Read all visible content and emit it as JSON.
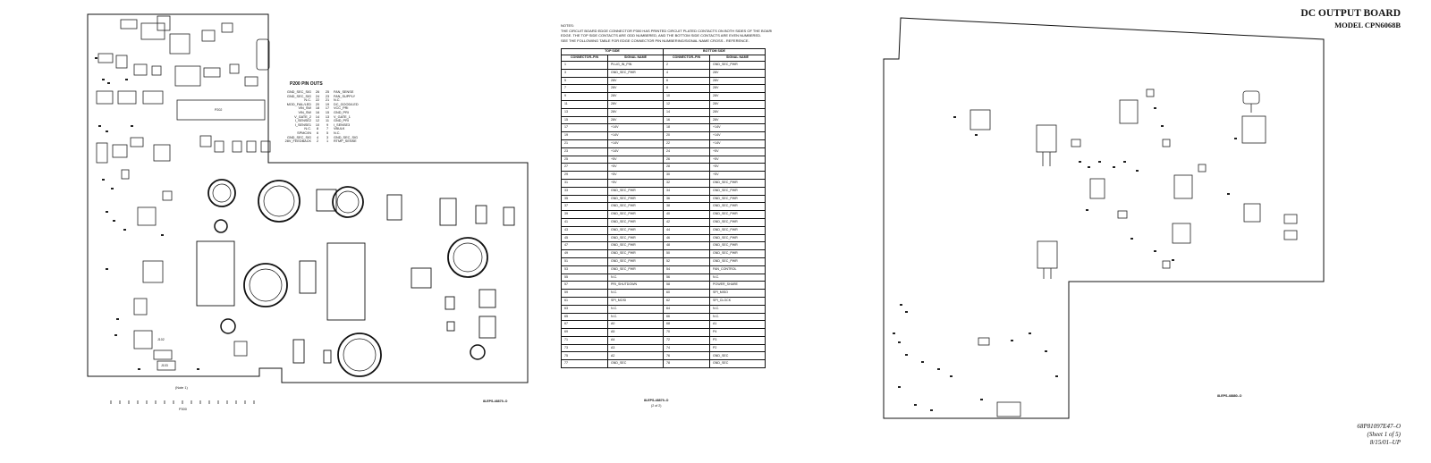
{
  "sheet": {
    "title": "DC OUTPUT BOARD",
    "model": "MODEL CPN6068B",
    "doc_number": "68P81097E47–O",
    "sheet_info": "(Sheet 1 of 5)",
    "date": "8/15/01–UP"
  },
  "left_board": {
    "pinouts_title": "P200 PIN OUTS",
    "pinouts_left": [
      "GND_SEC_SIG",
      "GND_SEC_SIG",
      "N.C.",
      "MOD_FAIL/LED",
      "VIN_SW",
      "VIN_SW",
      "V_GATE_2",
      "I_SENSE2",
      "I_SENSE1",
      "N.C.",
      "SPMC/IN",
      "GND_SEC_SIG",
      "28V_FEEDBACK"
    ],
    "pinouts_nums_left": [
      "26",
      "24",
      "22",
      "20",
      "18",
      "16",
      "14",
      "12",
      "10",
      "8",
      "6",
      "4",
      "2"
    ],
    "pinouts_nums_right": [
      "25",
      "23",
      "21",
      "19",
      "17",
      "15",
      "13",
      "11",
      "9",
      "7",
      "5",
      "3",
      "1"
    ],
    "pinouts_right": [
      "FAN_SENSE",
      "FAN_SUPPLY",
      "N.C.",
      "DC_GOOD/LED",
      "VCC_PRI",
      "GND_PRI",
      "V_GATE_1",
      "GND_PRI",
      "I_SENSE3",
      "VBULK",
      "N.C.",
      "GND_SEC_SIG",
      "RTMP_SENSE"
    ],
    "connector_label": "P300",
    "note_label": "(Note 1)",
    "drawing_ref": "8LEPS-48879–O",
    "ref_p202": "P202",
    "ref_j102": "J102",
    "ref_j103": "J103"
  },
  "notes": {
    "heading": "NOTES:",
    "lines": [
      "THE CIRCUIT BOARD EDGE CONNECTOR P300 HAS PRINTED CIRCUIT PLATED CONTACTS ON BOTH SIDES OF THE BOARD",
      "EDGE. THE TOP SIDE CONTACTS ARE ODD NUMBERED, AND THE BOTTOM SIDE CONTACTS ARE EVEN NUMBERED.",
      "SEE THE FOLLOWING TABLE FOR EDGE CONNECTOR PIN NUMBERING/SIGNAL NAME CROSS - REFERENCE."
    ]
  },
  "pin_table": {
    "top_side_header": "TOP SIDE",
    "bottom_side_header": "BOTTOM SIDE",
    "col_headers": [
      "CONNECTOR–PIN",
      "SIGNAL NAME",
      "CONNECTOR–PIN",
      "SIGNAL NAME"
    ],
    "rows": [
      [
        "1",
        "PLUG_IN_PIN",
        "2",
        "GND_SEC_PWR"
      ],
      [
        "3",
        "GND_SEC_PWR",
        "4",
        "28V"
      ],
      [
        "5",
        "28V",
        "6",
        "28V"
      ],
      [
        "7",
        "28V",
        "8",
        "28V"
      ],
      [
        "9",
        "28V",
        "10",
        "28V"
      ],
      [
        "11",
        "28V",
        "12",
        "28V"
      ],
      [
        "13",
        "28V",
        "14",
        "28V"
      ],
      [
        "15",
        "28V",
        "16",
        "28V"
      ],
      [
        "17",
        "+14V",
        "18",
        "+14V"
      ],
      [
        "19",
        "+14V",
        "20",
        "+14V"
      ],
      [
        "21",
        "+14V",
        "22",
        "+14V"
      ],
      [
        "23",
        "+14V",
        "24",
        "+5V"
      ],
      [
        "25",
        "+5V",
        "26",
        "+5V"
      ],
      [
        "27",
        "+5V",
        "28",
        "+5V"
      ],
      [
        "29",
        "+5V",
        "30",
        "+5V"
      ],
      [
        "31",
        "+5V",
        "32",
        "GND_SEC_PWR"
      ],
      [
        "33",
        "GND_SEC_PWR",
        "34",
        "GND_SEC_PWR"
      ],
      [
        "35",
        "GND_SEC_PWR",
        "36",
        "GND_SEC_PWR"
      ],
      [
        "37",
        "GND_SEC_PWR",
        "38",
        "GND_SEC_PWR"
      ],
      [
        "39",
        "GND_SEC_PWR",
        "40",
        "GND_SEC_PWR"
      ],
      [
        "41",
        "GND_SEC_PWR",
        "42",
        "GND_SEC_PWR"
      ],
      [
        "43",
        "GND_SEC_PWR",
        "44",
        "GND_SEC_PWR"
      ],
      [
        "45",
        "GND_SEC_PWR",
        "46",
        "GND_SEC_PWR"
      ],
      [
        "47",
        "GND_SEC_PWR",
        "48",
        "GND_SEC_PWR"
      ],
      [
        "49",
        "GND_SEC_PWR",
        "50",
        "GND_SEC_PWR"
      ],
      [
        "51",
        "GND_SEC_PWR",
        "52",
        "GND_SEC_PWR"
      ],
      [
        "53",
        "GND_SEC_PWR",
        "54",
        "FAN_CONTROL"
      ],
      [
        "55",
        "N.C.",
        "56",
        "N.C."
      ],
      [
        "57",
        "PRI_SHUTDOWN",
        "58",
        "POWER_SHARE"
      ],
      [
        "59",
        "N.C.",
        "60",
        "SPI_MISO"
      ],
      [
        "61",
        "SPI_MOSI",
        "62",
        "SPI_CLOCK"
      ],
      [
        "63",
        "N.C.",
        "64",
        "N.C."
      ],
      [
        "65",
        "N.C.",
        "66",
        "N.C."
      ],
      [
        "67",
        "A0",
        "68",
        "A1"
      ],
      [
        "69",
        "A5",
        "70",
        "P4"
      ],
      [
        "71",
        "A4",
        "72",
        "P3"
      ],
      [
        "73",
        "A3",
        "74",
        "P2"
      ],
      [
        "75",
        "A2",
        "76",
        "GND_SEC"
      ],
      [
        "77",
        "GND_SEC",
        "78",
        "GND_SEC"
      ]
    ],
    "drawing_ref": "8LEPS-48879–O",
    "sheet_ref": "(2 of 2)"
  },
  "right_board": {
    "drawing_ref": "8LEPS-48880–O"
  }
}
